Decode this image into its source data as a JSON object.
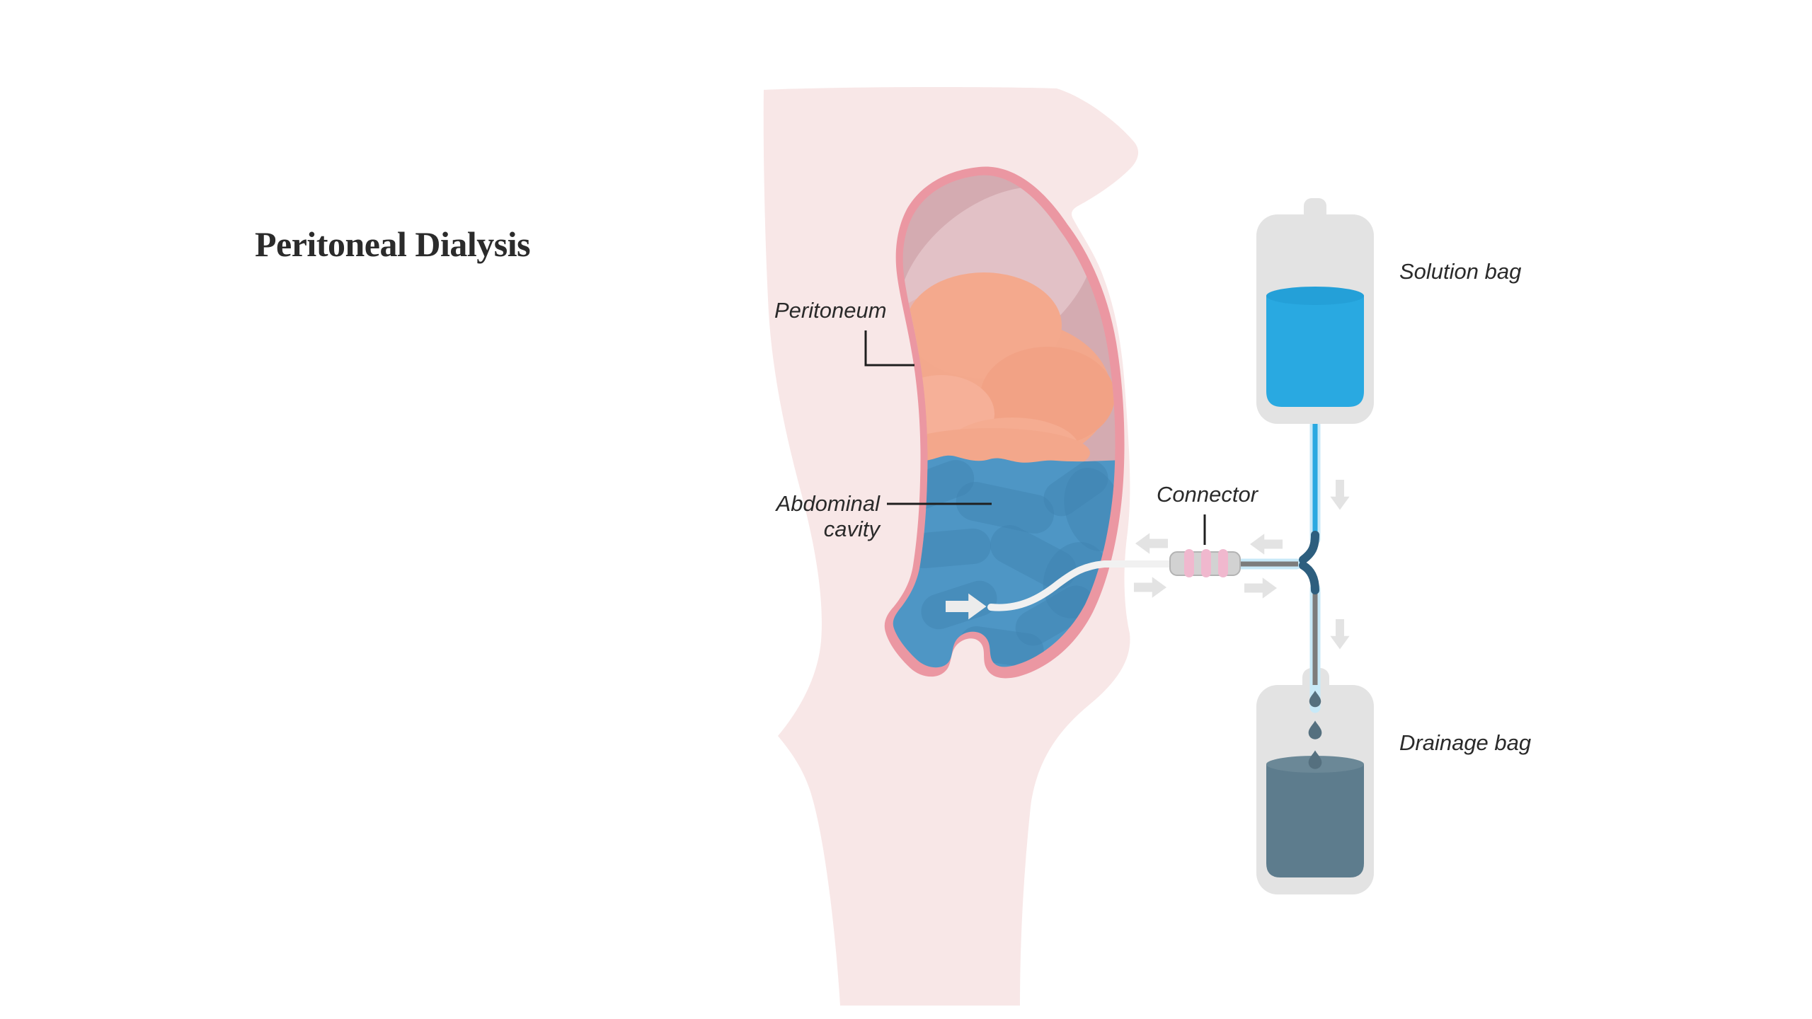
{
  "title": "Peritoneal Dialysis",
  "labels": {
    "peritoneum": "Peritoneum",
    "abdominal_cavity": "Abdominal cavity",
    "connector": "Connector",
    "solution_bag": "Solution bag",
    "drainage_bag": "Drainage bag"
  },
  "colors": {
    "background": "#FFFFFF",
    "body_skin": "#F8E7E7",
    "abdomen_outline": "#EB97A2",
    "abdomen_wall": "#D4ABB1",
    "peritoneum_highlight": "#E2C1C6",
    "organs": "#F3A88C",
    "dialysate_in_cavity": "#4E96C5",
    "bowel_loops": "#3F83B2",
    "fresh_solution": "#29A9E1",
    "tube_halo": "#C7E9F8",
    "drained_fluid": "#5D7C8D",
    "droplet": "#55707F",
    "y_connector": "#2D5E7E",
    "connector_body": "#D2D2D2",
    "connector_bands": "#F0B8CE",
    "flow_arrows": "#E3E3E3",
    "catheter": "#F1F1F1",
    "bag_plastic": "#E3E3E3",
    "label_text": "#2A2A2A"
  }
}
